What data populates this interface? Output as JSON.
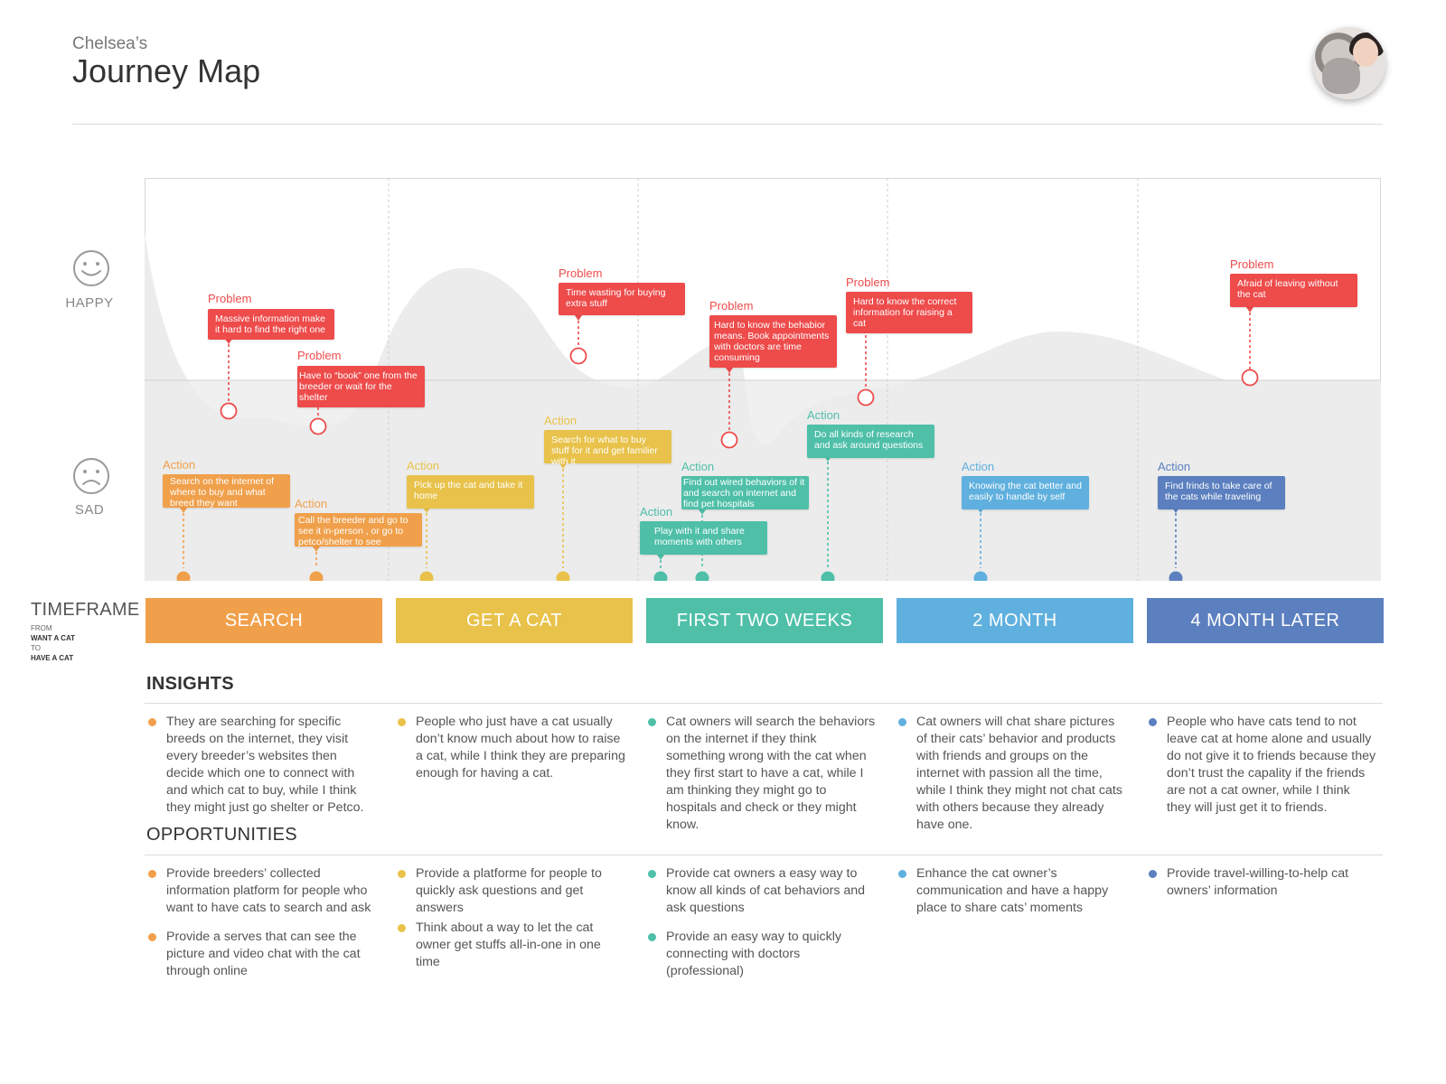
{
  "header": {
    "owner": "Chelsea’s",
    "title": "Journey Map"
  },
  "colors": {
    "search": "#f0a04b",
    "get_a_cat": "#e8c24a",
    "first_two_weeks": "#4fbfa8",
    "two_month": "#5fb0de",
    "four_month_later": "#5b7fbf",
    "problem": "#ee4b4b"
  },
  "moods": {
    "happy": "HAPPY",
    "sad": "SAD",
    "happy_icon": "smiley-face-icon",
    "sad_icon": "sad-face-icon"
  },
  "problems": [
    {
      "tag": "Problem",
      "text": "Massive information make it hard to find the right one"
    },
    {
      "tag": "Problem",
      "text": "Have to “book” one from the breeder or wait for the shelter"
    },
    {
      "tag": "Problem",
      "text": "Time wasting for buying extra stuff"
    },
    {
      "tag": "Problem",
      "text": "Hard to know the behabior  means. Book appointments with doctors are time consuming"
    },
    {
      "tag": "Problem",
      "text": "Hard to know the correct information for raising a cat"
    },
    {
      "tag": "Problem",
      "text": "Afraid of leaving without the cat"
    }
  ],
  "actions": [
    {
      "tag": "Action",
      "text": "Search on the internet of where to buy and what breed they want"
    },
    {
      "tag": "Action",
      "text": "Call the breeder and go to see it in-person , or go to petco/shelter to see"
    },
    {
      "tag": "Action",
      "text": "Pick up the cat and take it home"
    },
    {
      "tag": "Action",
      "text": "Search for what to buy stuff for it and get familier with it"
    },
    {
      "tag": "Action",
      "text": "Play with it and share moments with others"
    },
    {
      "tag": "Action",
      "text": "Find out wired behaviors of it and search on internet and find pet hospitals"
    },
    {
      "tag": "Action",
      "text": "Do all kinds of research and ask around questions"
    },
    {
      "tag": "Action",
      "text": "Knowing the cat better and easily to handle by self"
    },
    {
      "tag": "Action",
      "text": "Find frinds to take care of the cats while traveling"
    }
  ],
  "timeframe": {
    "title": "TIMEFRAME",
    "from_label": "FROM",
    "from_value": "WANT A CAT",
    "to_label": "TO",
    "to_value": "HAVE A CAT"
  },
  "stages": [
    "SEARCH",
    "GET A CAT",
    "FIRST TWO WEEKS",
    "2 MONTH",
    "4 MONTH LATER"
  ],
  "insights": {
    "title": "INSIGHTS",
    "columns": [
      [
        "They are searching for specific breeds on the internet, they visit every breeder’s websites then decide which one to connect with and which cat to buy, while I think they might just go shelter or Petco."
      ],
      [
        " People who just have a cat usually don’t know much about how to raise a cat, while I think they are preparing enough for having a cat."
      ],
      [
        "Cat owners will search the behaviors on the internet if they think something wrong with the cat when they first start to have a cat, while I am thinking they might go to hospitals and check or they might know."
      ],
      [
        "Cat owners will chat share pictures of their cats’ behavior and products with friends and groups on the internet with passion all the time, while I think they might not chat cats with others because they already have one."
      ],
      [
        "People who have cats tend to not leave cat at home alone and usually do not give it to friends because they don’t trust the capality if the friends are not a cat owner, while I think they will just get it to friends."
      ]
    ]
  },
  "opportunities": {
    "title": "OPPORTUNITIES",
    "columns": [
      [
        "Provide breeders’ collected information platform for people who want to have cats to search and ask",
        "Provide a serves that can see the picture and video chat with the cat through online"
      ],
      [
        "Provide a platforme for people to quickly ask questions and get answers",
        "Think about a way to let the cat owner get stuffs all-in-one in one time"
      ],
      [
        "Provide cat owners a easy way to know all kinds of cat behaviors and ask questions",
        "Provide an easy way to quickly connecting with doctors (professional)"
      ],
      [
        "Enhance the cat owner’s communication and have a happy place to share cats’ moments"
      ],
      [
        "Provide travel-willing-to-help cat owners’ information"
      ]
    ]
  }
}
